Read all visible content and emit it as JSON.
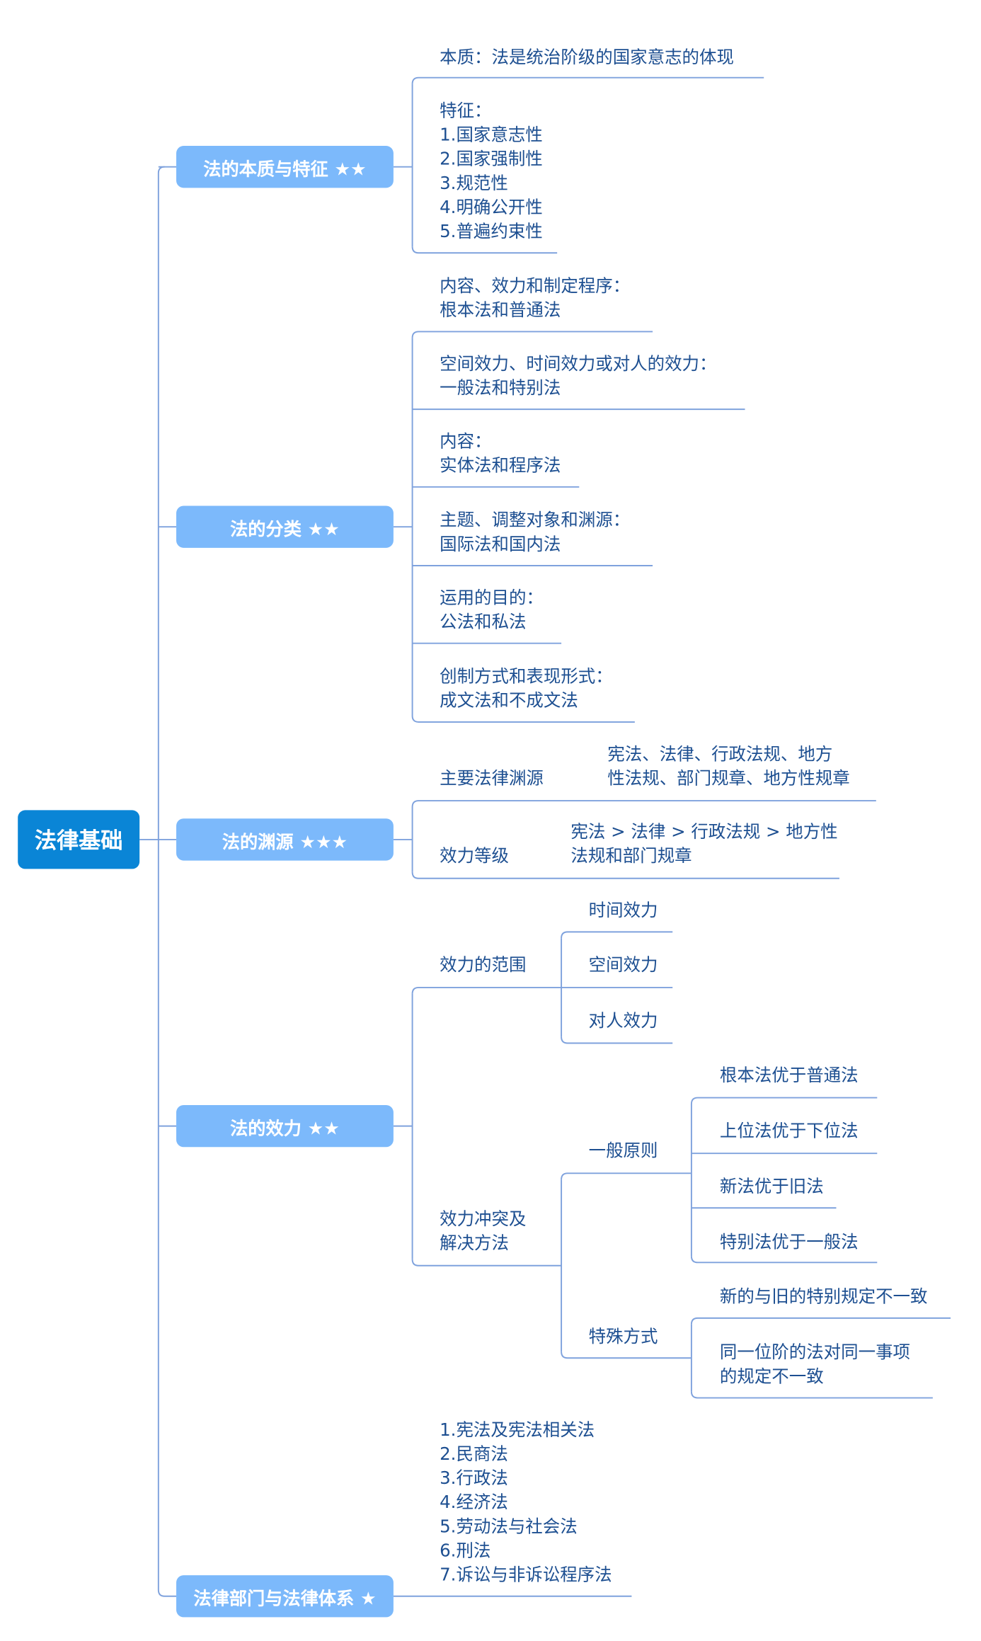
{
  "root": "法律基础",
  "branches": [
    {
      "label": "法的本质与特征 ★★",
      "items": [
        "本质：法是统治阶级的国家意志的体现",
        "特征：\n1.国家意志性\n2.国家强制性\n3.规范性\n4.明确公开性\n5.普遍约束性"
      ]
    },
    {
      "label": "法的分类 ★★",
      "items": [
        "内容、效力和制定程序：\n根本法和普通法",
        "空间效力、时间效力或对人的效力：\n一般法和特别法",
        "内容：\n实体法和程序法",
        "主题、调整对象和渊源：\n国际法和国内法",
        "运用的目的：\n公法和私法",
        "创制方式和表现形式：\n成文法和不成文法"
      ]
    },
    {
      "label": "法的渊源 ★★★",
      "items": [
        {
          "label": "主要法律渊源",
          "detail": "宪法、法律、行政法规、地方\n性法规、部门规章、地方性规章"
        },
        {
          "label": "效力等级",
          "detail": "宪法 > 法律 > 行政法规 > 地方性\n法规和部门规章"
        }
      ]
    },
    {
      "label": "法的效力 ★★",
      "scope": {
        "label": "效力的范围",
        "items": [
          "时间效力",
          "空间效力",
          "对人效力"
        ]
      },
      "conflict": {
        "label": "效力冲突及\n解决方法",
        "general": {
          "label": "一般原则",
          "items": [
            "根本法优于普通法",
            "上位法优于下位法",
            "新法优于旧法",
            "特别法优于一般法"
          ]
        },
        "special": {
          "label": "特殊方式",
          "items": [
            "新的与旧的特别规定不一致",
            "同一位阶的法对同一事项\n的规定不一致"
          ]
        }
      }
    },
    {
      "label": "法律部门与法律体系 ★",
      "items": [
        "1.宪法及宪法相关法\n2.民商法\n3.行政法\n4.经济法\n5.劳动法与社会法\n6.刑法\n7.诉讼与非诉讼程序法"
      ]
    }
  ],
  "colors": {
    "line": "#7fa2dd",
    "node": "#7cb9fb",
    "root": "#0a85d6",
    "text": "#1d4f91"
  }
}
